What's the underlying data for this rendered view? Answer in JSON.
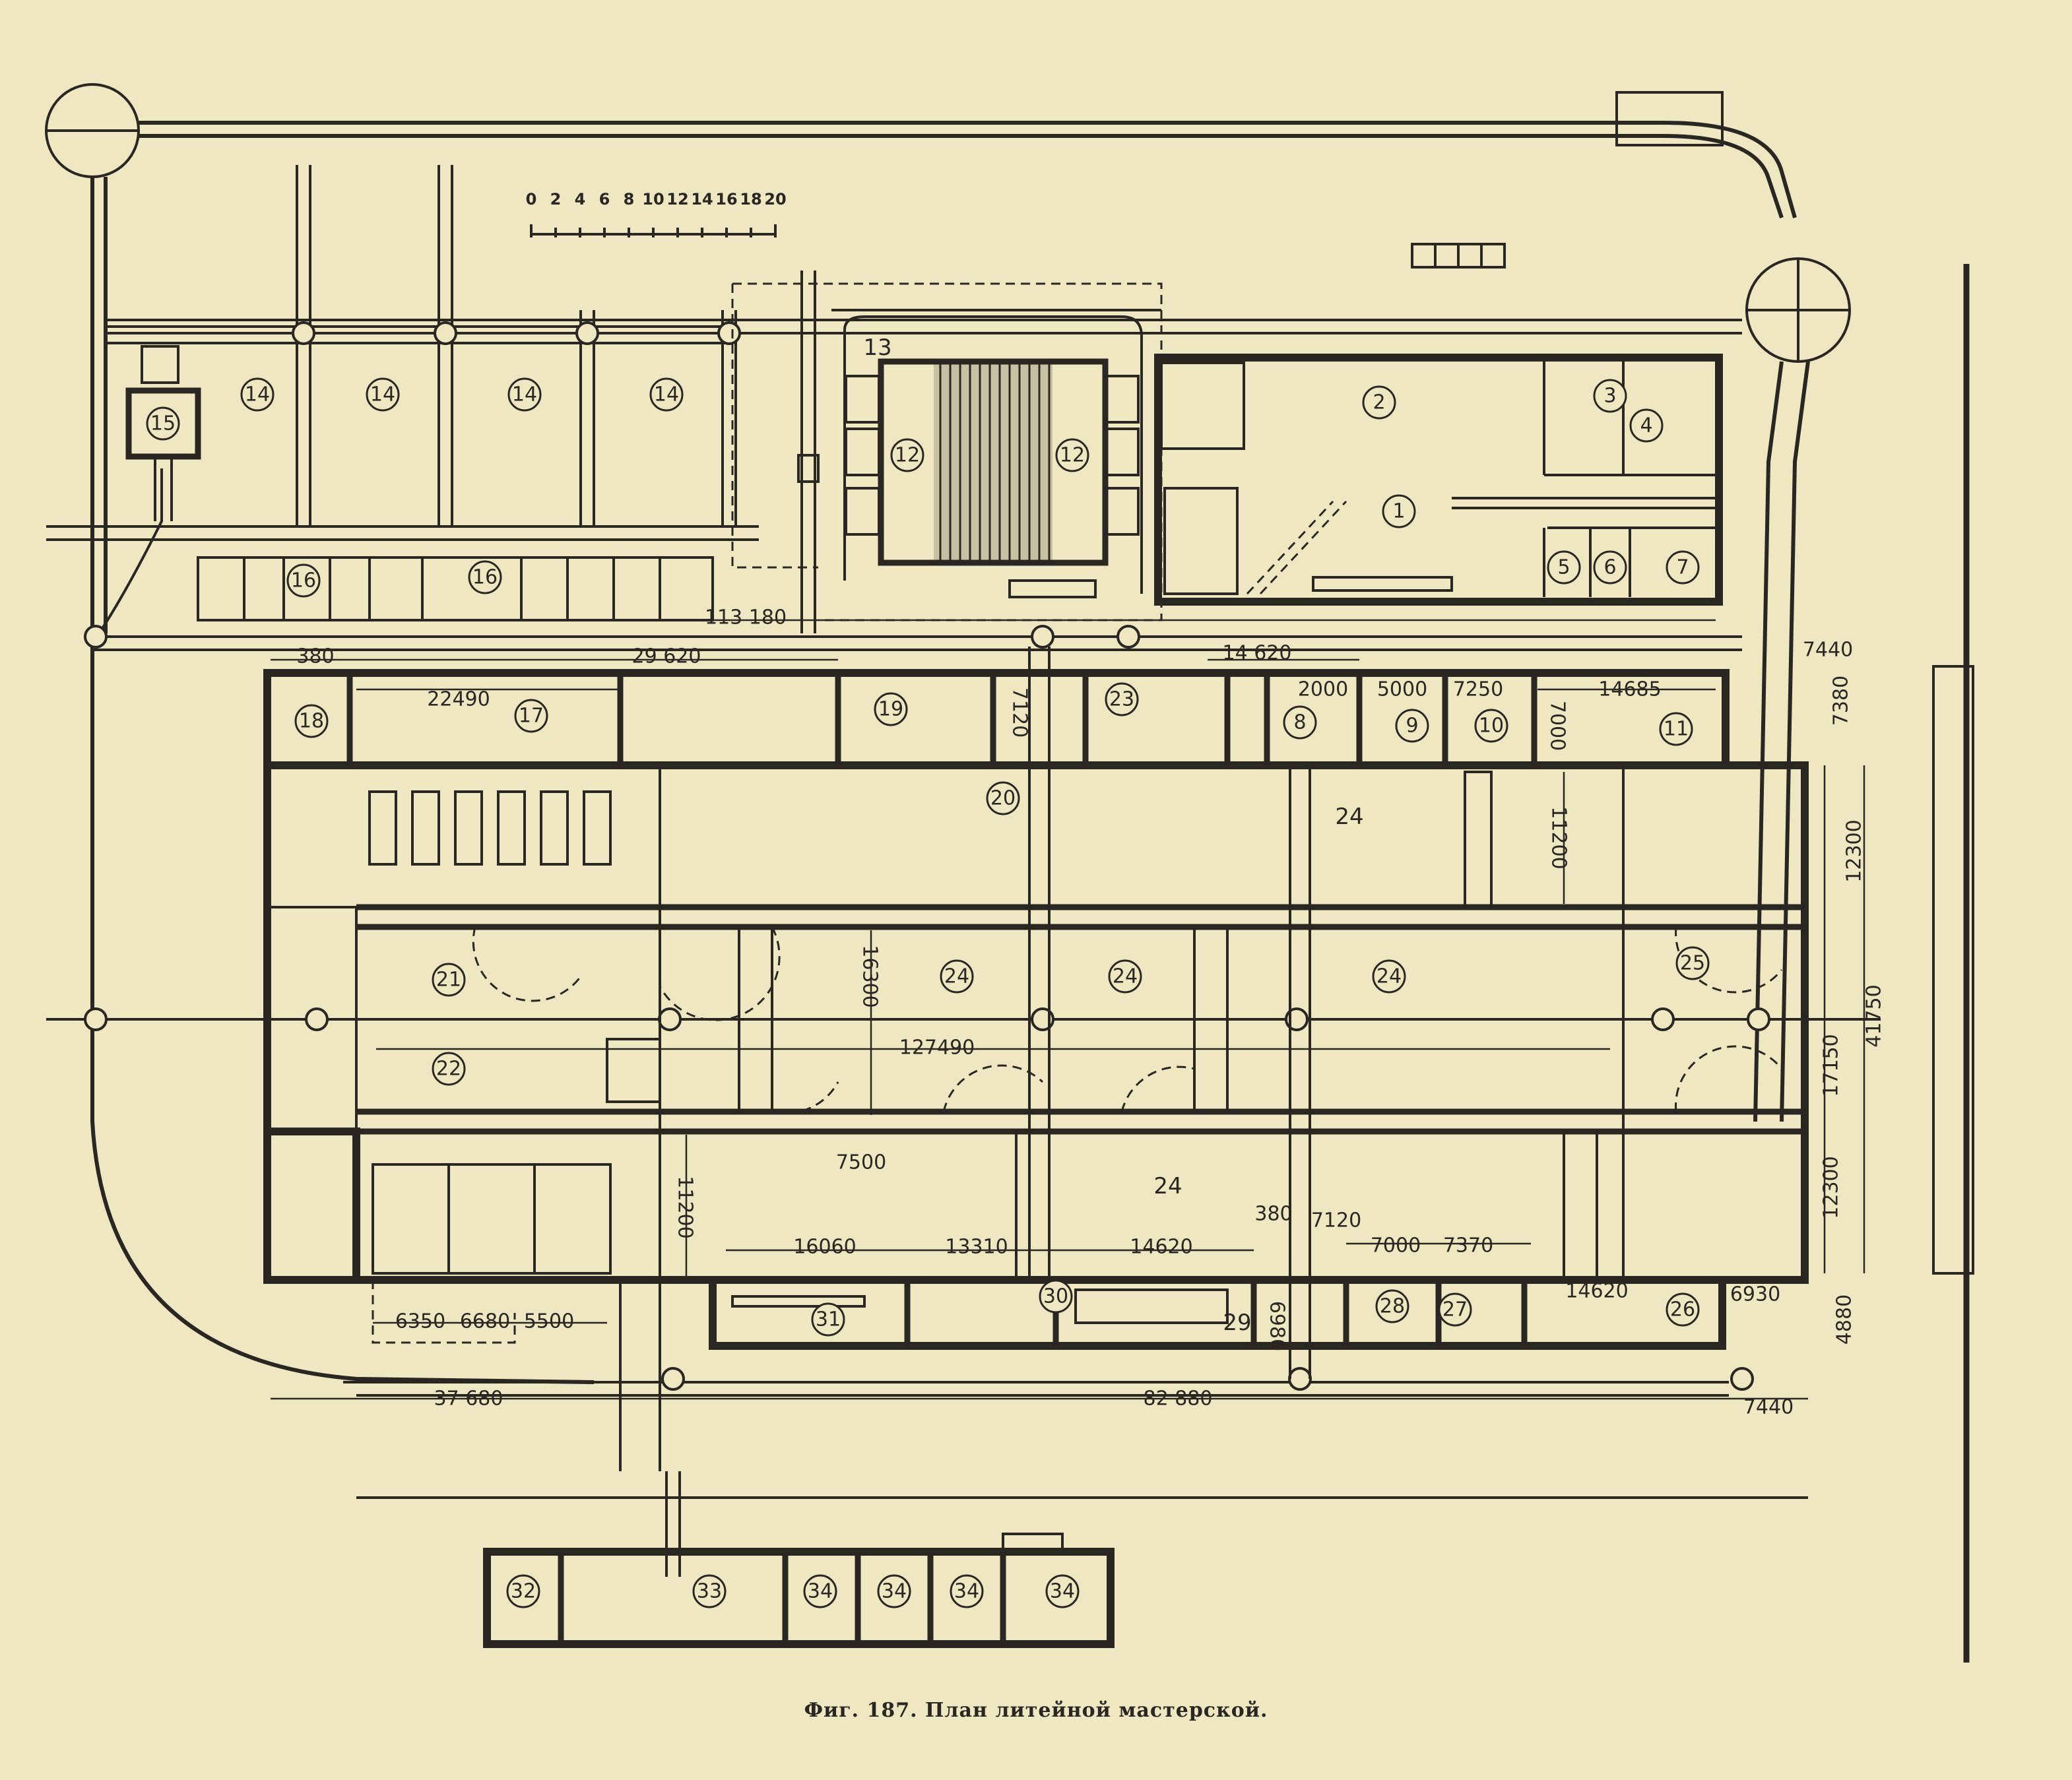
{
  "caption": "Фиг. 187. План литейной мастерской.",
  "scale_labels": [
    "0",
    "2",
    "4",
    "6",
    "8",
    "10",
    "12",
    "14",
    "16",
    "18",
    "20"
  ],
  "room_labels": [
    "1",
    "2",
    "3",
    "4",
    "5",
    "6",
    "7",
    "8",
    "9",
    "10",
    "11",
    "12",
    "12",
    "13",
    "14",
    "14",
    "14",
    "14",
    "15",
    "16",
    "16",
    "17",
    "18",
    "19",
    "20",
    "21",
    "22",
    "23",
    "24",
    "24",
    "24",
    "24",
    "24",
    "25",
    "26",
    "27",
    "28",
    "29",
    "30",
    "31",
    "32",
    "33",
    "34",
    "34",
    "34",
    "34"
  ],
  "dimension_labels": {
    "d113180": "113 180",
    "d29620": "29 620",
    "d380a": "380",
    "d22490": "22490",
    "d14620a": "14 620",
    "d2000": "2000",
    "d5000": "5000",
    "d7250": "7250",
    "d14685": "14685",
    "d7440a": "7440",
    "d7380": "7380",
    "d7120a": "7120",
    "d7000a": "7000",
    "d11200a": "11200",
    "d12300a": "12300",
    "d16300": "16300",
    "d127490": "127490",
    "d17150": "17150",
    "d41750": "41750",
    "d12300b": "12300",
    "d7500": "7500",
    "d11200b": "11200",
    "d16060": "16060",
    "d13310": "13310",
    "d14620b": "14620",
    "d380b": "380",
    "d7120b": "7120",
    "d7000b": "7000",
    "d7370": "7370",
    "d14620c": "14620",
    "d6930": "6930",
    "d4880": "4880",
    "d6980": "6980",
    "d6350": "6350",
    "d6680": "6680",
    "d5500": "5500",
    "d37680": "37 680",
    "d82880": "82 880",
    "d7440b": "7440"
  }
}
